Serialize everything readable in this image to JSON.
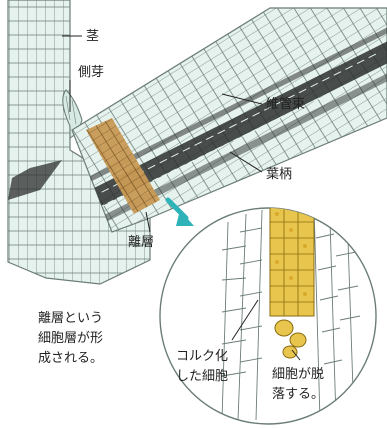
{
  "labels": {
    "stem": "茎",
    "lateral_bud": "側芽",
    "vascular_bundle": "維管束",
    "petiole": "葉柄",
    "abscission_layer": "離層"
  },
  "caption_main": [
    "離層という",
    "細胞層が形",
    "成される。"
  ],
  "caption_cork": [
    "コルク化",
    "した細胞"
  ],
  "caption_fall": [
    "細胞が脱",
    "落する。"
  ],
  "colors": {
    "tissue_fill": "#e6f2ee",
    "tissue_line": "#6c7d78",
    "vascular_dark": "#2c2f2e",
    "abscission": "#c99a55",
    "cork_cells": "#e8c64d",
    "arrow": "#2eb3b8"
  }
}
